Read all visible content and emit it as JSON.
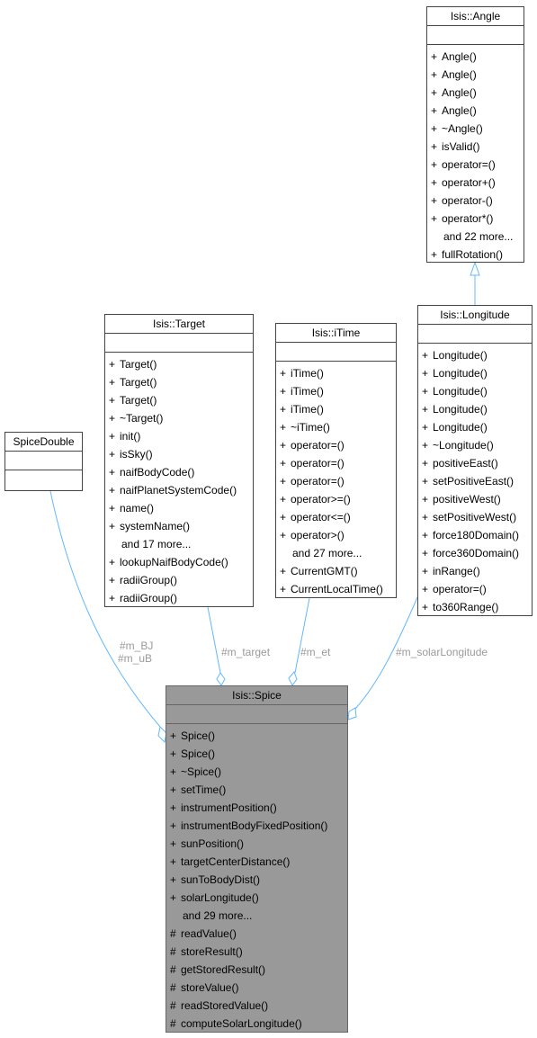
{
  "classes": {
    "angle": {
      "name": "Isis::Angle",
      "ops": [
        {
          "v": "+",
          "n": "Angle()"
        },
        {
          "v": "+",
          "n": "Angle()"
        },
        {
          "v": "+",
          "n": "Angle()"
        },
        {
          "v": "+",
          "n": "Angle()"
        },
        {
          "v": "+",
          "n": "~Angle()"
        },
        {
          "v": "+",
          "n": "isValid()"
        },
        {
          "v": "+",
          "n": "operator=()"
        },
        {
          "v": "+",
          "n": "operator+()"
        },
        {
          "v": "+",
          "n": "operator-()"
        },
        {
          "v": "+",
          "n": "operator*()"
        },
        {
          "v": "",
          "n": "and 22 more..."
        },
        {
          "v": "+",
          "n": "fullRotation()"
        }
      ]
    },
    "target": {
      "name": "Isis::Target",
      "ops": [
        {
          "v": "+",
          "n": "Target()"
        },
        {
          "v": "+",
          "n": "Target()"
        },
        {
          "v": "+",
          "n": "Target()"
        },
        {
          "v": "+",
          "n": "~Target()"
        },
        {
          "v": "+",
          "n": "init()"
        },
        {
          "v": "+",
          "n": "isSky()"
        },
        {
          "v": "+",
          "n": "naifBodyCode()"
        },
        {
          "v": "+",
          "n": "naifPlanetSystemCode()"
        },
        {
          "v": "+",
          "n": "name()"
        },
        {
          "v": "+",
          "n": "systemName()"
        },
        {
          "v": "",
          "n": "and 17 more..."
        },
        {
          "v": "+",
          "n": "lookupNaifBodyCode()"
        },
        {
          "v": "+",
          "n": "radiiGroup()"
        },
        {
          "v": "+",
          "n": "radiiGroup()"
        }
      ]
    },
    "itime": {
      "name": "Isis::iTime",
      "ops": [
        {
          "v": "+",
          "n": "iTime()"
        },
        {
          "v": "+",
          "n": "iTime()"
        },
        {
          "v": "+",
          "n": "iTime()"
        },
        {
          "v": "+",
          "n": "~iTime()"
        },
        {
          "v": "+",
          "n": "operator=()"
        },
        {
          "v": "+",
          "n": "operator=()"
        },
        {
          "v": "+",
          "n": "operator=()"
        },
        {
          "v": "+",
          "n": "operator>=()"
        },
        {
          "v": "+",
          "n": "operator<=()"
        },
        {
          "v": "+",
          "n": "operator>()"
        },
        {
          "v": "",
          "n": "and 27 more..."
        },
        {
          "v": "+",
          "n": "CurrentGMT()"
        },
        {
          "v": "+",
          "n": "CurrentLocalTime()"
        }
      ]
    },
    "longitude": {
      "name": "Isis::Longitude",
      "ops": [
        {
          "v": "+",
          "n": "Longitude()"
        },
        {
          "v": "+",
          "n": "Longitude()"
        },
        {
          "v": "+",
          "n": "Longitude()"
        },
        {
          "v": "+",
          "n": "Longitude()"
        },
        {
          "v": "+",
          "n": "Longitude()"
        },
        {
          "v": "+",
          "n": "~Longitude()"
        },
        {
          "v": "+",
          "n": "positiveEast()"
        },
        {
          "v": "+",
          "n": "setPositiveEast()"
        },
        {
          "v": "+",
          "n": "positiveWest()"
        },
        {
          "v": "+",
          "n": "setPositiveWest()"
        },
        {
          "v": "+",
          "n": "force180Domain()"
        },
        {
          "v": "+",
          "n": "force360Domain()"
        },
        {
          "v": "+",
          "n": "inRange()"
        },
        {
          "v": "+",
          "n": "operator=()"
        },
        {
          "v": "+",
          "n": "to360Range()"
        }
      ]
    },
    "spicedouble": {
      "name": "SpiceDouble",
      "ops": []
    },
    "spice": {
      "name": "Isis::Spice",
      "ops": [
        {
          "v": "+",
          "n": "Spice()"
        },
        {
          "v": "+",
          "n": "Spice()"
        },
        {
          "v": "+",
          "n": "~Spice()"
        },
        {
          "v": "+",
          "n": "setTime()"
        },
        {
          "v": "+",
          "n": "instrumentPosition()"
        },
        {
          "v": "+",
          "n": "instrumentBodyFixedPosition()"
        },
        {
          "v": "+",
          "n": "sunPosition()"
        },
        {
          "v": "+",
          "n": "targetCenterDistance()"
        },
        {
          "v": "+",
          "n": "sunToBodyDist()"
        },
        {
          "v": "+",
          "n": "solarLongitude()"
        },
        {
          "v": "",
          "n": "and 29 more..."
        },
        {
          "v": "#",
          "n": "readValue()"
        },
        {
          "v": "#",
          "n": "storeResult()"
        },
        {
          "v": "#",
          "n": "getStoredResult()"
        },
        {
          "v": "#",
          "n": "storeValue()"
        },
        {
          "v": "#",
          "n": "readStoredValue()"
        },
        {
          "v": "#",
          "n": "computeSolarLongitude()"
        }
      ]
    }
  },
  "edge_labels": {
    "m_bj": "#m_BJ",
    "m_ub": "#m_uB",
    "m_target": "#m_target",
    "m_et": "#m_et",
    "m_solarlongitude": "#m_solarLongitude"
  },
  "colors": {
    "edge": "#63b8ff",
    "highlight_fill": "#999999",
    "border": "#444444",
    "edge_label": "#9a9a9a"
  }
}
